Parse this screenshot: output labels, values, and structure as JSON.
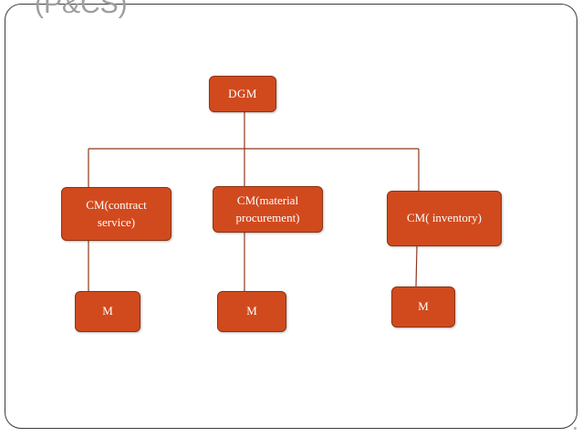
{
  "slide": {
    "title": "(P&CS)"
  },
  "org_chart": {
    "root": {
      "label": "DGM"
    },
    "managers": [
      {
        "label": "CM(contract service)"
      },
      {
        "label": "CM(material procurement)"
      },
      {
        "label": "CM( inventory)"
      }
    ],
    "staff": [
      {
        "label": "M"
      },
      {
        "label": "M"
      },
      {
        "label": "M"
      }
    ]
  },
  "colors": {
    "node_fill": "#d14a1e",
    "node_border": "#8a3313",
    "connector": "#8b3a1c",
    "title": "#9e9e9e"
  }
}
